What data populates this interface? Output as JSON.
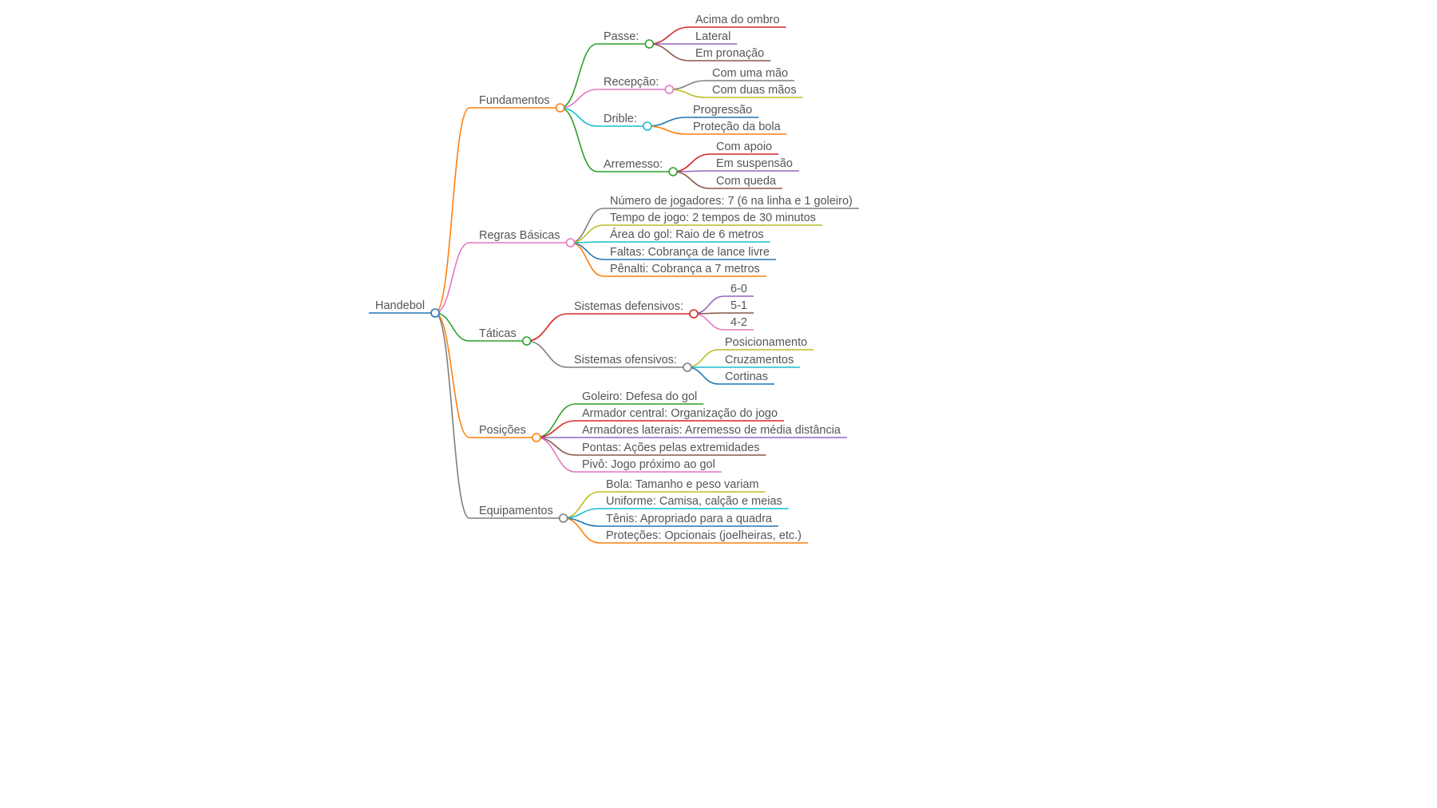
{
  "mindmap": {
    "root": {
      "label": "Handebol",
      "color": "#1f77b4"
    },
    "branches": [
      {
        "label": "Fundamentos",
        "color": "#ff7f0e",
        "children": [
          {
            "label": "Passe:",
            "color": "#2ca02c",
            "children": [
              {
                "label": "Acima do ombro",
                "color": "#d62728"
              },
              {
                "label": "Lateral",
                "color": "#9467bd"
              },
              {
                "label": "Em pronação",
                "color": "#8c564b"
              }
            ]
          },
          {
            "label": "Recepção:",
            "color": "#e377c2",
            "children": [
              {
                "label": "Com uma mão",
                "color": "#7f7f7f"
              },
              {
                "label": "Com duas mãos",
                "color": "#bcbd22"
              }
            ]
          },
          {
            "label": "Drible:",
            "color": "#17becf",
            "children": [
              {
                "label": "Progressão",
                "color": "#1f77b4"
              },
              {
                "label": "Proteção da bola",
                "color": "#ff7f0e"
              }
            ]
          },
          {
            "label": "Arremesso:",
            "color": "#2ca02c",
            "children": [
              {
                "label": "Com apoio",
                "color": "#d62728"
              },
              {
                "label": "Em suspensão",
                "color": "#9467bd"
              },
              {
                "label": "Com queda",
                "color": "#8c564b"
              }
            ]
          }
        ]
      },
      {
        "label": "Regras Básicas",
        "color": "#e377c2",
        "children": [
          {
            "label": "Número de jogadores: 7 (6 na linha e 1 goleiro)",
            "color": "#7f7f7f"
          },
          {
            "label": "Tempo de jogo: 2 tempos de 30 minutos",
            "color": "#bcbd22"
          },
          {
            "label": "Área do gol: Raio de 6 metros",
            "color": "#17becf"
          },
          {
            "label": "Faltas: Cobrança de lance livre",
            "color": "#1f77b4"
          },
          {
            "label": "Pênalti: Cobrança a 7 metros",
            "color": "#ff7f0e"
          }
        ]
      },
      {
        "label": "Táticas",
        "color": "#2ca02c",
        "children": [
          {
            "label": "Sistemas defensivos:",
            "color": "#d62728",
            "children": [
              {
                "label": "6-0",
                "color": "#9467bd"
              },
              {
                "label": "5-1",
                "color": "#8c564b"
              },
              {
                "label": "4-2",
                "color": "#e377c2"
              }
            ]
          },
          {
            "label": "Sistemas ofensivos:",
            "color": "#7f7f7f",
            "children": [
              {
                "label": "Posicionamento",
                "color": "#bcbd22"
              },
              {
                "label": "Cruzamentos",
                "color": "#17becf"
              },
              {
                "label": "Cortinas",
                "color": "#1f77b4"
              }
            ]
          }
        ]
      },
      {
        "label": "Posições",
        "color": "#ff7f0e",
        "children": [
          {
            "label": "Goleiro: Defesa do gol",
            "color": "#2ca02c"
          },
          {
            "label": "Armador central: Organização do jogo",
            "color": "#d62728"
          },
          {
            "label": "Armadores laterais: Arremesso de média distância",
            "color": "#9467bd"
          },
          {
            "label": "Pontas: Ações pelas extremidades",
            "color": "#8c564b"
          },
          {
            "label": "Pivô: Jogo próximo ao gol",
            "color": "#e377c2"
          }
        ]
      },
      {
        "label": "Equipamentos",
        "color": "#7f7f7f",
        "children": [
          {
            "label": "Bola: Tamanho e peso variam",
            "color": "#bcbd22"
          },
          {
            "label": "Uniforme: Camisa, calção e meias",
            "color": "#17becf"
          },
          {
            "label": "Tênis: Apropriado para a quadra",
            "color": "#1f77b4"
          },
          {
            "label": "Proteções: Opcionais (joelheiras, etc.)",
            "color": "#ff7f0e"
          }
        ]
      }
    ]
  }
}
